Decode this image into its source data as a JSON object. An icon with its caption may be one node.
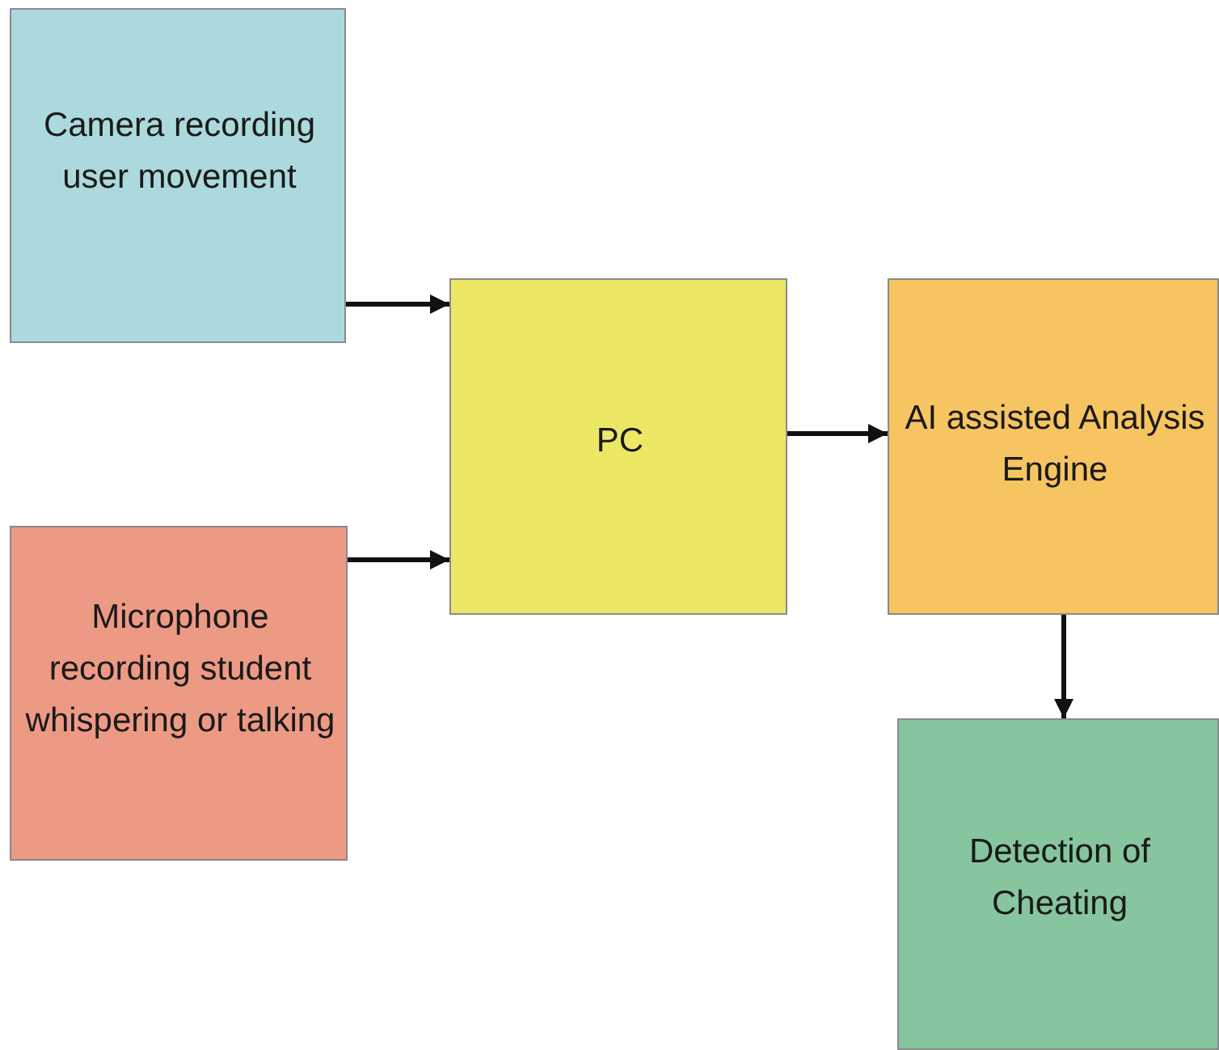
{
  "diagram": {
    "nodes": [
      {
        "text": [
          "Camera recording user movement"
        ]
      },
      {
        "text": [
          "PC"
        ]
      },
      {
        "text": [
          "AI assisted Analysis Engine"
        ]
      },
      {
        "text": [
          "Microphone recording student whispering or talking"
        ]
      },
      {
        "text": [
          "Detection of Cheating"
        ]
      }
    ],
    "edges": [
      {
        "from": 0,
        "to": 1,
        "arrow": "to"
      },
      {
        "from": 3,
        "to": 1,
        "arrow": "to"
      },
      {
        "from": 1,
        "to": 2,
        "arrow": "to"
      },
      {
        "from": 2,
        "to": 4,
        "arrow": "to"
      }
    ]
  }
}
